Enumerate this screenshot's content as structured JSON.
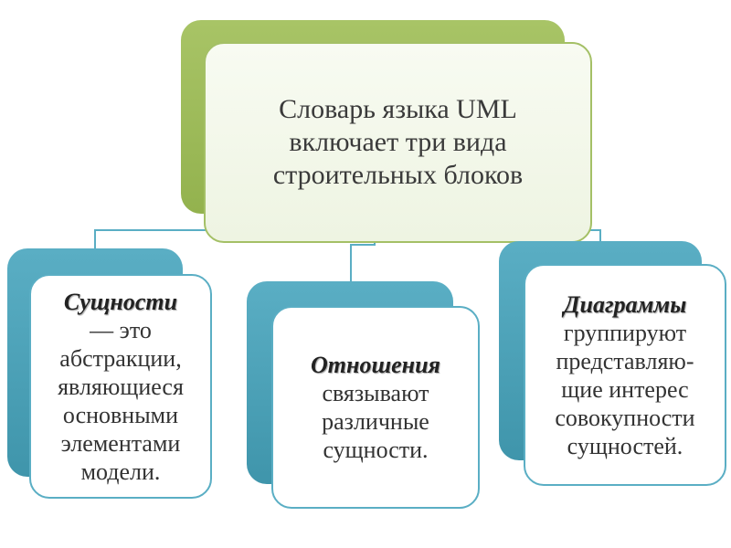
{
  "diagram": {
    "root": {
      "lines": [
        "Словарь языка UML",
        "включает три вида",
        "строительных блоков"
      ]
    },
    "children": [
      {
        "term": "Сущности",
        "description": [
          "— это",
          "абстракции,",
          "являющиеся",
          "основными",
          "элементами",
          "модели."
        ]
      },
      {
        "term": "Отношения",
        "description": [
          "связывают",
          "различные",
          "сущности."
        ]
      },
      {
        "term": "Диаграммы",
        "description": [
          "группируют",
          "представляю-",
          "щие интерес",
          "совокупности",
          "сущностей."
        ]
      }
    ],
    "colors": {
      "root_back": "#9bb85a",
      "child_back": "#4aa0b7",
      "connector": "#5aaec4"
    }
  }
}
